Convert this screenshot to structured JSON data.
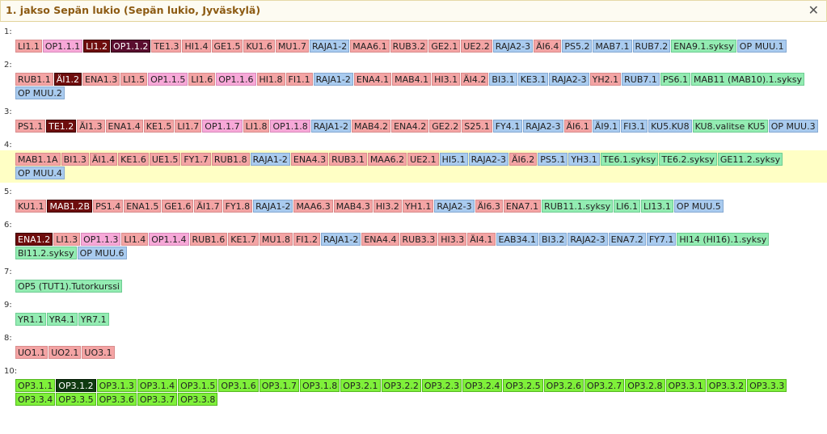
{
  "window": {
    "title": "1. jakso Sepän lukio (Sepän lukio, Jyväskylä)"
  },
  "periods": [
    {
      "label": "1:",
      "highlight": false,
      "courses": [
        {
          "code": "LI1.1",
          "color": "red"
        },
        {
          "code": "OP1.1.1",
          "color": "pink"
        },
        {
          "code": "LI1.2",
          "color": "sel"
        },
        {
          "code": "OP1.1.2",
          "color": "selpink"
        },
        {
          "code": "TE1.3",
          "color": "red"
        },
        {
          "code": "HI1.4",
          "color": "red"
        },
        {
          "code": "GE1.5",
          "color": "red"
        },
        {
          "code": "KU1.6",
          "color": "red"
        },
        {
          "code": "MU1.7",
          "color": "red"
        },
        {
          "code": "RAJA1-2",
          "color": "blue"
        },
        {
          "code": "MAA6.1",
          "color": "red"
        },
        {
          "code": "RUB3.2",
          "color": "red"
        },
        {
          "code": "GE2.1",
          "color": "red"
        },
        {
          "code": "UE2.2",
          "color": "red"
        },
        {
          "code": "RAJA2-3",
          "color": "blue"
        },
        {
          "code": "ÄI6.4",
          "color": "red"
        },
        {
          "code": "PS5.2",
          "color": "blue"
        },
        {
          "code": "MAB7.1",
          "color": "blue"
        },
        {
          "code": "RUB7.2",
          "color": "blue"
        },
        {
          "code": "ENA9.1.syksy",
          "color": "green"
        },
        {
          "code": "OP MUU.1",
          "color": "blue"
        }
      ]
    },
    {
      "label": "2:",
      "highlight": false,
      "courses": [
        {
          "code": "RUB1.1",
          "color": "red"
        },
        {
          "code": "ÄI1.2",
          "color": "sel"
        },
        {
          "code": "ENA1.3",
          "color": "red"
        },
        {
          "code": "LI1.5",
          "color": "red"
        },
        {
          "code": "OP1.1.5",
          "color": "pink"
        },
        {
          "code": "LI1.6",
          "color": "red"
        },
        {
          "code": "OP1.1.6",
          "color": "pink"
        },
        {
          "code": "HI1.8",
          "color": "red"
        },
        {
          "code": "FI1.1",
          "color": "red"
        },
        {
          "code": "RAJA1-2",
          "color": "blue"
        },
        {
          "code": "ENA4.1",
          "color": "red"
        },
        {
          "code": "MAB4.1",
          "color": "red"
        },
        {
          "code": "HI3.1",
          "color": "red"
        },
        {
          "code": "ÄI4.2",
          "color": "red"
        },
        {
          "code": "BI3.1",
          "color": "blue"
        },
        {
          "code": "KE3.1",
          "color": "blue"
        },
        {
          "code": "RAJA2-3",
          "color": "blue"
        },
        {
          "code": "YH2.1",
          "color": "red"
        },
        {
          "code": "RUB7.1",
          "color": "blue"
        },
        {
          "code": "PS6.1",
          "color": "green"
        },
        {
          "code": "MAB11 (MAB10).1.syksy",
          "color": "green"
        },
        {
          "code": "OP MUU.2",
          "color": "blue"
        }
      ]
    },
    {
      "label": "3:",
      "highlight": false,
      "courses": [
        {
          "code": "PS1.1",
          "color": "red"
        },
        {
          "code": "TE1.2",
          "color": "sel"
        },
        {
          "code": "ÄI1.3",
          "color": "red"
        },
        {
          "code": "ENA1.4",
          "color": "red"
        },
        {
          "code": "KE1.5",
          "color": "red"
        },
        {
          "code": "LI1.7",
          "color": "red"
        },
        {
          "code": "OP1.1.7",
          "color": "pink"
        },
        {
          "code": "LI1.8",
          "color": "red"
        },
        {
          "code": "OP1.1.8",
          "color": "pink"
        },
        {
          "code": "RAJA1-2",
          "color": "blue"
        },
        {
          "code": "MAB4.2",
          "color": "red"
        },
        {
          "code": "ENA4.2",
          "color": "red"
        },
        {
          "code": "GE2.2",
          "color": "red"
        },
        {
          "code": "S25.1",
          "color": "red"
        },
        {
          "code": "FY4.1",
          "color": "blue"
        },
        {
          "code": "RAJA2-3",
          "color": "blue"
        },
        {
          "code": "ÄI6.1",
          "color": "red"
        },
        {
          "code": "ÄI9.1",
          "color": "blue"
        },
        {
          "code": "FI3.1",
          "color": "blue"
        },
        {
          "code": "KU5.KU8",
          "color": "blue"
        },
        {
          "code": "KU8.valitse KU5",
          "color": "green"
        },
        {
          "code": "OP MUU.3",
          "color": "blue"
        }
      ]
    },
    {
      "label": "4:",
      "highlight": true,
      "courses": [
        {
          "code": "MAB1.1A",
          "color": "red"
        },
        {
          "code": "BI1.3",
          "color": "red"
        },
        {
          "code": "ÄI1.4",
          "color": "red"
        },
        {
          "code": "KE1.6",
          "color": "red"
        },
        {
          "code": "UE1.5",
          "color": "red"
        },
        {
          "code": "FY1.7",
          "color": "red"
        },
        {
          "code": "RUB1.8",
          "color": "red"
        },
        {
          "code": "RAJA1-2",
          "color": "blue"
        },
        {
          "code": "ENA4.3",
          "color": "red"
        },
        {
          "code": "RUB3.1",
          "color": "red"
        },
        {
          "code": "MAA6.2",
          "color": "red"
        },
        {
          "code": "UE2.1",
          "color": "red"
        },
        {
          "code": "HI5.1",
          "color": "blue"
        },
        {
          "code": "RAJA2-3",
          "color": "blue"
        },
        {
          "code": "ÄI6.2",
          "color": "red"
        },
        {
          "code": "PS5.1",
          "color": "blue"
        },
        {
          "code": "YH3.1",
          "color": "blue"
        },
        {
          "code": "TE6.1.syksy",
          "color": "green"
        },
        {
          "code": "TE6.2.syksy",
          "color": "green"
        },
        {
          "code": "GE11.2.syksy",
          "color": "green"
        },
        {
          "code": "OP MUU.4",
          "color": "blue"
        }
      ]
    },
    {
      "label": "5:",
      "highlight": false,
      "courses": [
        {
          "code": "KU1.1",
          "color": "red"
        },
        {
          "code": "MAB1.2B",
          "color": "sel"
        },
        {
          "code": "PS1.4",
          "color": "red"
        },
        {
          "code": "ENA1.5",
          "color": "red"
        },
        {
          "code": "GE1.6",
          "color": "red"
        },
        {
          "code": "ÄI1.7",
          "color": "red"
        },
        {
          "code": "FY1.8",
          "color": "red"
        },
        {
          "code": "RAJA1-2",
          "color": "blue"
        },
        {
          "code": "MAA6.3",
          "color": "red"
        },
        {
          "code": "MAB4.3",
          "color": "red"
        },
        {
          "code": "HI3.2",
          "color": "red"
        },
        {
          "code": "YH1.1",
          "color": "red"
        },
        {
          "code": "RAJA2-3",
          "color": "blue"
        },
        {
          "code": "ÄI6.3",
          "color": "red"
        },
        {
          "code": "ENA7.1",
          "color": "red"
        },
        {
          "code": "RUB11.1.syksy",
          "color": "green"
        },
        {
          "code": "LI6.1",
          "color": "green"
        },
        {
          "code": "LI13.1",
          "color": "green"
        },
        {
          "code": "OP MUU.5",
          "color": "blue"
        }
      ]
    },
    {
      "label": "6:",
      "highlight": false,
      "courses": [
        {
          "code": "ENA1.2",
          "color": "sel"
        },
        {
          "code": "LI1.3",
          "color": "red"
        },
        {
          "code": "OP1.1.3",
          "color": "pink"
        },
        {
          "code": "LI1.4",
          "color": "red"
        },
        {
          "code": "OP1.1.4",
          "color": "pink"
        },
        {
          "code": "RUB1.6",
          "color": "red"
        },
        {
          "code": "KE1.7",
          "color": "red"
        },
        {
          "code": "MU1.8",
          "color": "red"
        },
        {
          "code": "FI1.2",
          "color": "red"
        },
        {
          "code": "RAJA1-2",
          "color": "blue"
        },
        {
          "code": "ENA4.4",
          "color": "red"
        },
        {
          "code": "RUB3.3",
          "color": "red"
        },
        {
          "code": "HI3.3",
          "color": "red"
        },
        {
          "code": "ÄI4.1",
          "color": "red"
        },
        {
          "code": "EAB34.1",
          "color": "blue"
        },
        {
          "code": "BI3.2",
          "color": "blue"
        },
        {
          "code": "RAJA2-3",
          "color": "blue"
        },
        {
          "code": "ENA7.2",
          "color": "blue"
        },
        {
          "code": "FY7.1",
          "color": "blue"
        },
        {
          "code": "HI14 (HI16).1.syksy",
          "color": "green"
        },
        {
          "code": "BI11.2.syksy",
          "color": "green"
        },
        {
          "code": "OP MUU.6",
          "color": "blue"
        }
      ]
    },
    {
      "label": "7:",
      "highlight": false,
      "courses": [
        {
          "code": "OP5 (TUT1).Tutorkurssi",
          "color": "green"
        }
      ]
    },
    {
      "label": "9:",
      "highlight": false,
      "courses": [
        {
          "code": "YR1.1",
          "color": "green"
        },
        {
          "code": "YR4.1",
          "color": "green"
        },
        {
          "code": "YR7.1",
          "color": "green"
        }
      ]
    },
    {
      "label": "8:",
      "highlight": false,
      "courses": [
        {
          "code": "UO1.1",
          "color": "red"
        },
        {
          "code": "UO2.1",
          "color": "red"
        },
        {
          "code": "UO3.1",
          "color": "red"
        }
      ]
    },
    {
      "label": "10:",
      "highlight": false,
      "courses": [
        {
          "code": "OP3.1.1",
          "color": "lime"
        },
        {
          "code": "OP3.1.2",
          "color": "selg"
        },
        {
          "code": "OP3.1.3",
          "color": "lime"
        },
        {
          "code": "OP3.1.4",
          "color": "lime"
        },
        {
          "code": "OP3.1.5",
          "color": "lime"
        },
        {
          "code": "OP3.1.6",
          "color": "lime"
        },
        {
          "code": "OP3.1.7",
          "color": "lime"
        },
        {
          "code": "OP3.1.8",
          "color": "lime"
        },
        {
          "code": "OP3.2.1",
          "color": "lime"
        },
        {
          "code": "OP3.2.2",
          "color": "lime"
        },
        {
          "code": "OP3.2.3",
          "color": "lime"
        },
        {
          "code": "OP3.2.4",
          "color": "lime"
        },
        {
          "code": "OP3.2.5",
          "color": "lime"
        },
        {
          "code": "OP3.2.6",
          "color": "lime"
        },
        {
          "code": "OP3.2.7",
          "color": "lime"
        },
        {
          "code": "OP3.2.8",
          "color": "lime"
        },
        {
          "code": "OP3.3.1",
          "color": "lime"
        },
        {
          "code": "OP3.3.2",
          "color": "lime"
        },
        {
          "code": "OP3.3.3",
          "color": "lime"
        },
        {
          "code": "OP3.3.4",
          "color": "lime"
        },
        {
          "code": "OP3.3.5",
          "color": "lime"
        },
        {
          "code": "OP3.3.6",
          "color": "lime"
        },
        {
          "code": "OP3.3.7",
          "color": "lime"
        },
        {
          "code": "OP3.3.8",
          "color": "lime"
        }
      ]
    }
  ]
}
